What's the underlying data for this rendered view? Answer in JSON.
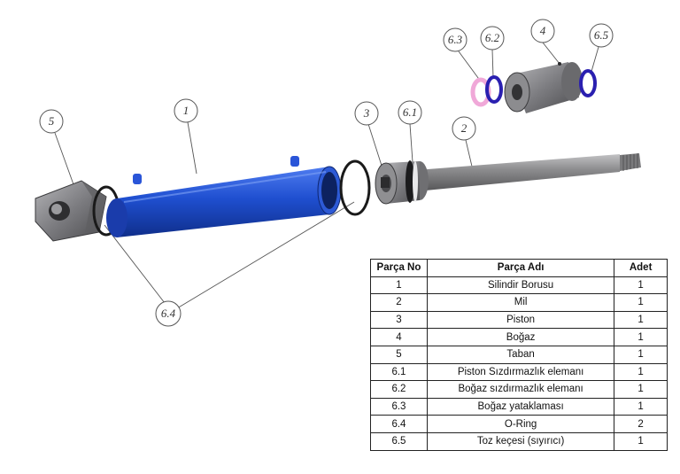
{
  "callouts": {
    "c1": "1",
    "c2": "2",
    "c3": "3",
    "c4": "4",
    "c5": "5",
    "c61": "6.1",
    "c62": "6.2",
    "c63": "6.3",
    "c64": "6.4",
    "c65": "6.5"
  },
  "colors": {
    "tube": "#1f4fd0",
    "metal": "#8a8a8c",
    "seal_blue": "#2a1fb0",
    "seal_pink": "#f0a8d8",
    "oring": "#1a1a1a"
  },
  "table": {
    "headers": [
      "Parça No",
      "Parça Adı",
      "Adet"
    ],
    "rows": [
      [
        "1",
        "Silindir Borusu",
        "1"
      ],
      [
        "2",
        "Mil",
        "1"
      ],
      [
        "3",
        "Piston",
        "1"
      ],
      [
        "4",
        "Boğaz",
        "1"
      ],
      [
        "5",
        "Taban",
        "1"
      ],
      [
        "6.1",
        "Piston Sızdırmazlık elemanı",
        "1"
      ],
      [
        "6.2",
        "Boğaz sızdırmazlık elemanı",
        "1"
      ],
      [
        "6.3",
        "Boğaz yataklaması",
        "1"
      ],
      [
        "6.4",
        "O-Ring",
        "2"
      ],
      [
        "6.5",
        "Toz keçesi (sıyırıcı)",
        "1"
      ]
    ]
  }
}
